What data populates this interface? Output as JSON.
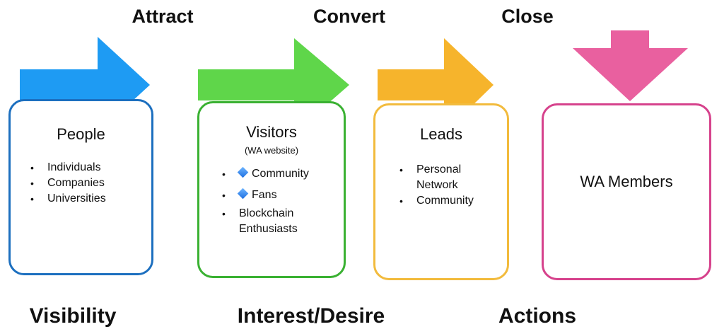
{
  "stages": {
    "attract": "Attract",
    "convert": "Convert",
    "close": "Close"
  },
  "outcomes": {
    "visibility": "Visibility",
    "interest": "Interest/Desire",
    "actions": "Actions"
  },
  "boxes": {
    "people": {
      "title": "People",
      "items": [
        "Individuals",
        "Companies",
        "Universities"
      ]
    },
    "visitors": {
      "title": "Visitors",
      "subtitle": "(WA website)",
      "items": [
        "Community",
        "Fans",
        "Blockchain Enthusiasts"
      ]
    },
    "leads": {
      "title": "Leads",
      "items": [
        "Personal Network",
        "Community"
      ]
    },
    "members": {
      "title": "WA Members"
    }
  },
  "bullet_char": "•",
  "icons": {
    "arrow_blue": "right-arrow-icon",
    "arrow_green": "right-arrow-icon",
    "arrow_orange": "right-arrow-icon",
    "arrow_pink": "down-arrow-icon",
    "diamond": "blue-diamond-icon"
  },
  "colors": {
    "blue": "#1e9bf3",
    "green": "#5fd64a",
    "orange": "#f6b42c",
    "pink": "#e9609f",
    "box_blue": "#1c6fbf",
    "box_green": "#3ab132",
    "box_orange": "#f2bb3d",
    "box_pink": "#d6428c"
  }
}
